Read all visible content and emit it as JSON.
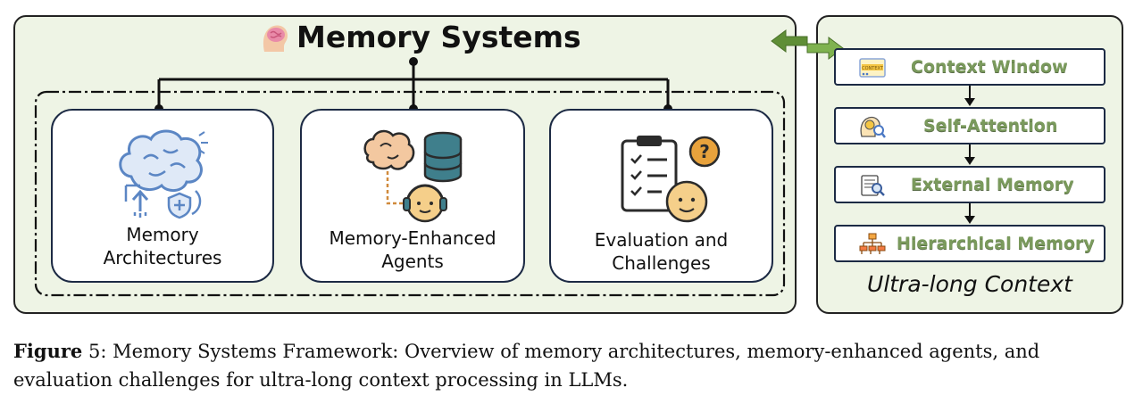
{
  "main": {
    "title": "Memory Systems",
    "title_icon": "brain-head-icon",
    "cards": [
      {
        "label_lines": [
          "Memory",
          "Architectures"
        ],
        "icon": "brain-architecture-icon"
      },
      {
        "label_lines": [
          "Memory-Enhanced",
          "Agents"
        ],
        "icon": "brain-database-agent-icon"
      },
      {
        "label_lines": [
          "Evaluation and",
          "Challenges"
        ],
        "icon": "clipboard-question-icon"
      }
    ]
  },
  "side": {
    "title": "Ultra-long Context",
    "items": [
      {
        "label": "Context Window",
        "icon": "context-window-icon"
      },
      {
        "label": "Self-Attention",
        "icon": "self-attention-icon"
      },
      {
        "label": "External Memory",
        "icon": "document-search-icon"
      },
      {
        "label": "Hierarchical Memory",
        "icon": "hierarchy-icon"
      }
    ]
  },
  "colors": {
    "panel_bg": "#eef4e5",
    "label_green": "#7a9a5c",
    "arrow_green": "#6b9a3e",
    "navy": "#1c2a44"
  },
  "caption": {
    "label": "Figure",
    "number": "5",
    "text": ": Memory Systems Framework: Overview of memory architectures, memory-enhanced agents, and evaluation challenges for ultra-long context processing in LLMs."
  }
}
